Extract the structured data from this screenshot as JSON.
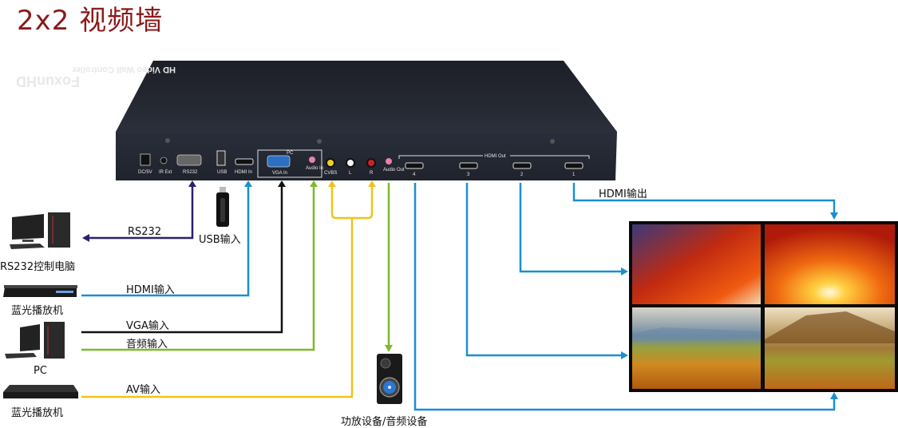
{
  "title": "2x2 视频墙",
  "controller": {
    "brand": "FoxunHD",
    "model": "HD Video Wall Controller",
    "pc_group_label": "PC",
    "hdmi_out_group_label": "HDMI Out",
    "ports": {
      "dc": "DC/5V",
      "ir": "IR Ext",
      "rs232": "RS232",
      "usb": "USB",
      "hdmi_in": "HDMI In",
      "vga_in": "VGA In",
      "audio_in": "Audio In",
      "cvbs": "CVBS",
      "l": "L",
      "r": "R",
      "audio_out": "Audio Out",
      "out4": "4",
      "out3": "3",
      "out2": "2",
      "out1": "1"
    }
  },
  "connections": {
    "rs232": "RS232",
    "usb": "USB输入",
    "hdmi_in": "HDMI输入",
    "vga": "VGA输入",
    "audio_in": "音频输入",
    "av": "AV输入",
    "hdmi_out": "HDMI输出"
  },
  "devices": {
    "rs232_pc": "RS232控制电脑",
    "bluray1": "蓝光播放机",
    "pc": "PC",
    "bluray2": "蓝光播放机",
    "speaker": "功放设备/音频设备"
  },
  "colors": {
    "title": "#8b1a1a",
    "rs232": "#2e1f6e",
    "hdmi": "#1a8fd1",
    "vga": "#111111",
    "audio": "#7dbb2a",
    "av": "#f0c21b"
  }
}
